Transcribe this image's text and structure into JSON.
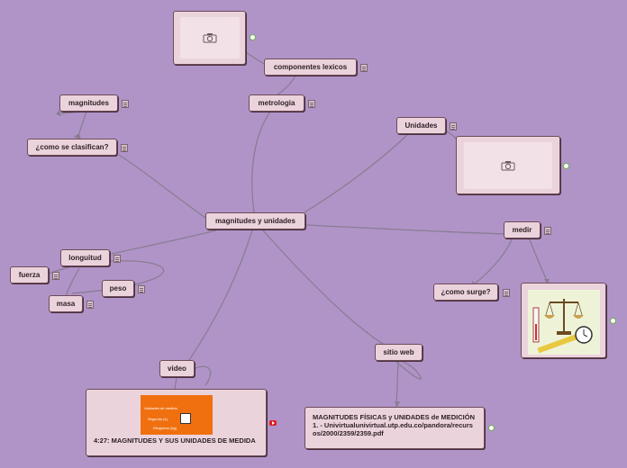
{
  "colors": {
    "background": "#b094c8",
    "node": "#ebd3dc",
    "border": "#6e4a5a",
    "line": "#8a7d93"
  },
  "nodes": {
    "center": "magnitudes y unidades",
    "componentes": "componentes lexicos",
    "metrologia": "metrologia",
    "magnitudes": "magnitudes",
    "clasifican": "¿como se clasifican?",
    "unidades": "Unidades",
    "medir": "medir",
    "longuitud": "longuitud",
    "fuerza": "fuerza",
    "peso": "peso",
    "masa": "masa",
    "como_surge": "¿como surge?",
    "video": "video",
    "sitio_web": "sitio web"
  },
  "video_card": {
    "title": "4:27: MAGNITUDES Y SUS UNIDADES DE MEDIDA",
    "thumb_lines": [
      "Unidades de medida",
      "Segundo (s)",
      "Kilogramo (kg)"
    ]
  },
  "link_card": {
    "text": "MAGNITUDES FÍSICAS y UNIDADES de MEDICIÓN 1. - Univirtualunivirtual.utp.edu.co/pandora/recursos/2000/2359/2359.pdf"
  },
  "icons": {
    "camera": "camera-icon",
    "note": "note-icon",
    "link": "link-icon",
    "youtube": "youtube-icon"
  }
}
